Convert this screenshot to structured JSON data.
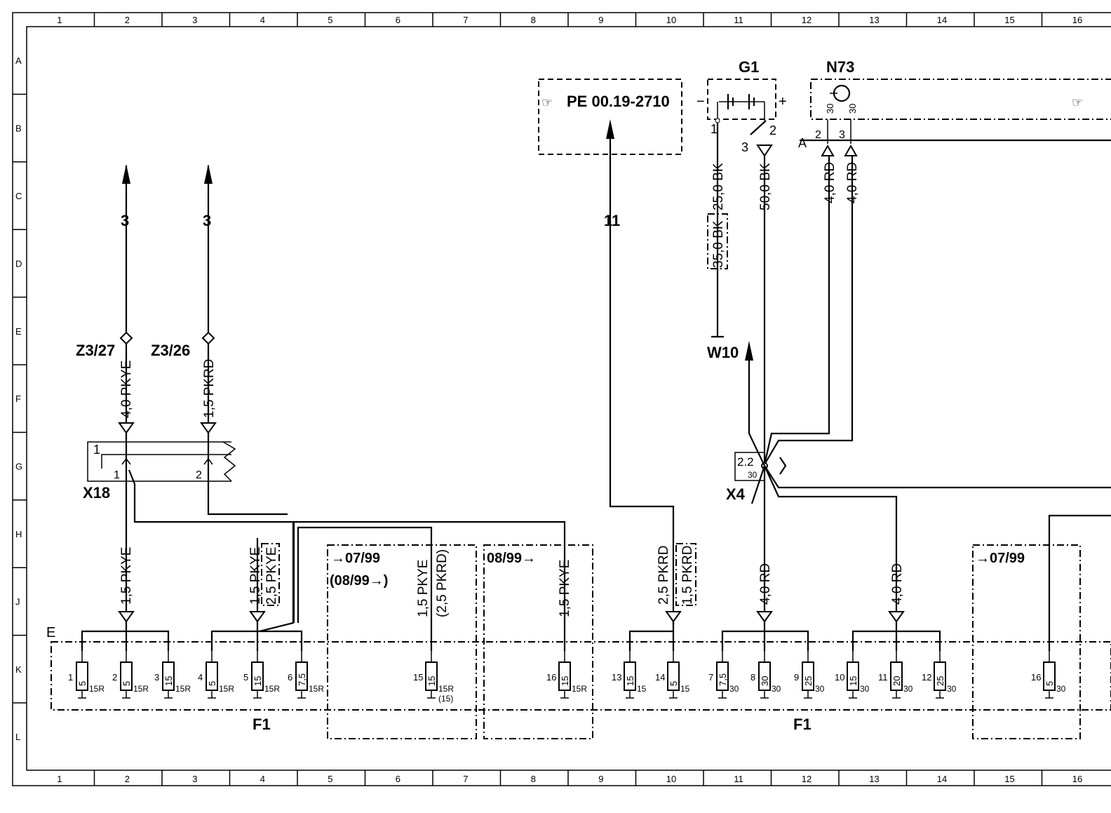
{
  "grid": {
    "columns": [
      "1",
      "2",
      "3",
      "4",
      "5",
      "6",
      "7",
      "8",
      "9",
      "10",
      "11",
      "12",
      "13",
      "14",
      "15",
      "16"
    ],
    "rows": [
      "A",
      "B",
      "C",
      "D",
      "E",
      "F",
      "G",
      "H",
      "J",
      "K",
      "L"
    ]
  },
  "components": {
    "pe_ref": "PE 00.19-2710",
    "g1": "G1",
    "n73": "N73",
    "x18": "X18",
    "x4": "X4",
    "w10": "W10",
    "f1_left": "F1",
    "f1_right": "F1",
    "z3_27": "Z3/27",
    "z3_26": "Z3/26",
    "e_label": "E",
    "a_label": "A",
    "x4_label": "2.2",
    "x4_30": "30"
  },
  "arrows": {
    "left": "3",
    "right": "3",
    "pe": "11"
  },
  "g1_pins": {
    "minus": "−",
    "plus": "+",
    "p1": "1",
    "p2": "2",
    "p3": "3"
  },
  "n73_pins": {
    "p2": "2",
    "p3": "3",
    "t30a": "30",
    "t30b": "30"
  },
  "x18_pins": {
    "p1": "1",
    "p2": "2",
    "inner1": "1"
  },
  "wires": {
    "w_z327": "4,0 PKYE",
    "w_z326": "1,5 PKRD",
    "w_f1_2": "1,5 PKYE",
    "w_f1_5": "1,5 PKYE",
    "w_f1_5_alt": "2,5 PKYE",
    "w_f1_15": "1,5 PKYE",
    "w_f1_15_alt": "(2,5 PKRD)",
    "w_f1_16": "1,5 PKYE",
    "w_f1_14": "2,5 PKRD",
    "w_f1_14_alt": "1,5 PKRD",
    "w_f1_8": "4,0 RD",
    "w_f1_11": "4,0 RD",
    "w_g1_1": "25,0 BK",
    "w_g1_1_alt": "35,0 BK",
    "w_g1_2": "50,0 BK",
    "w_n73_2": "4,0 RD",
    "w_n73_3": "4,0 RD"
  },
  "boxes": {
    "b1_title": "→07/99",
    "b1_sub": "(08/99→)",
    "b2_title": "08/99→",
    "b3_title": "→07/99"
  },
  "fuses": [
    {
      "num": "1",
      "amp": "5",
      "term": "15R"
    },
    {
      "num": "2",
      "amp": "5",
      "term": "15R"
    },
    {
      "num": "3",
      "amp": "15",
      "term": "15R"
    },
    {
      "num": "4",
      "amp": "5",
      "term": "15R"
    },
    {
      "num": "5",
      "amp": "15",
      "term": "15R"
    },
    {
      "num": "6",
      "amp": "7,5",
      "term": "15R"
    },
    {
      "num": "15",
      "amp": "15",
      "term": "15R"
    },
    {
      "num": "16",
      "amp": "15",
      "term": "15R"
    },
    {
      "num": "13",
      "amp": "15",
      "term": "15"
    },
    {
      "num": "14",
      "amp": "5",
      "term": "15"
    },
    {
      "num": "7",
      "amp": "7,5",
      "term": "30"
    },
    {
      "num": "8",
      "amp": "30",
      "term": "30"
    },
    {
      "num": "9",
      "amp": "25",
      "term": "30"
    },
    {
      "num": "10",
      "amp": "15",
      "term": "30"
    },
    {
      "num": "11",
      "amp": "20",
      "term": "30"
    },
    {
      "num": "12",
      "amp": "25",
      "term": "30"
    },
    {
      "num": "16",
      "amp": "5",
      "term": "30"
    }
  ],
  "fuse15_extra": "(15)"
}
